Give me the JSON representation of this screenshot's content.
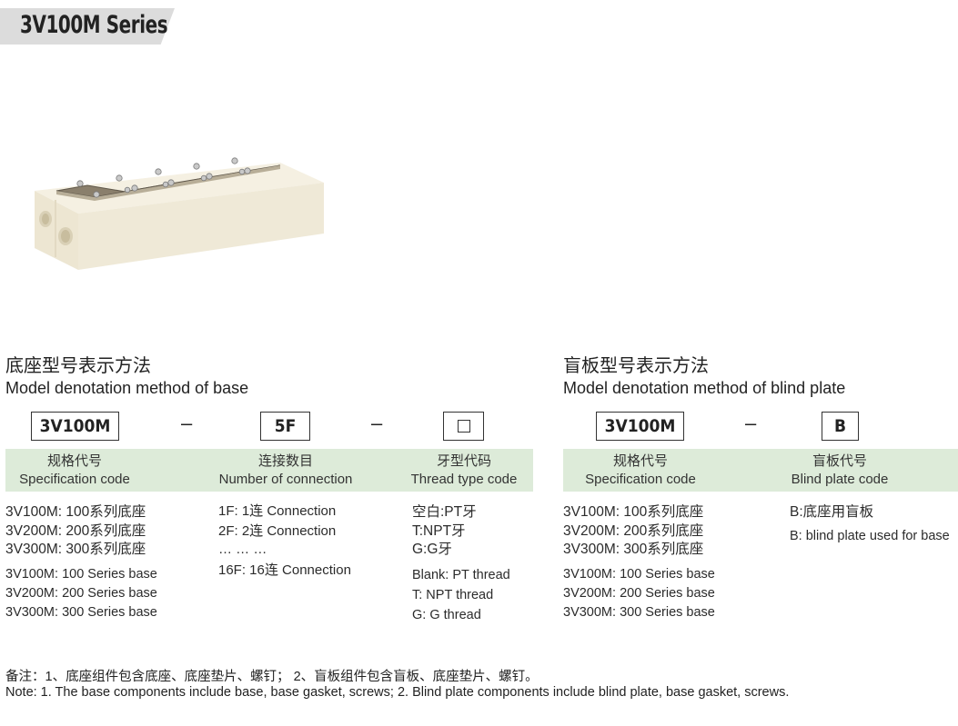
{
  "banner": {
    "title": "3V100M Series"
  },
  "base": {
    "heading_zh": "底座型号表示方法",
    "heading_en": "Model denotation method of base",
    "code_spec": "3V100M",
    "dash": "–",
    "code_conn": "5F",
    "columns": [
      {
        "zh": "规格代号",
        "en": "Specification code"
      },
      {
        "zh": "连接数目",
        "en": "Number of connection"
      },
      {
        "zh": "牙型代码",
        "en": "Thread type code"
      }
    ],
    "spec_zh": [
      "3V100M: 100系列底座",
      "3V200M: 200系列底座",
      "3V300M: 300系列底座"
    ],
    "spec_en": [
      "3V100M: 100 Series base",
      "3V200M: 200 Series base",
      "3V300M: 300 Series base"
    ],
    "conn": [
      "1F: 1连 Connection",
      "2F: 2连 Connection",
      "… … …",
      "16F: 16连 Connection"
    ],
    "thread_zh": [
      "空白:PT牙",
      "T:NPT牙",
      "G:G牙"
    ],
    "thread_en": [
      "Blank: PT thread",
      "T: NPT thread",
      "G: G thread"
    ]
  },
  "blind": {
    "heading_zh": "盲板型号表示方法",
    "heading_en": "Model denotation method of blind plate",
    "code_spec": "3V100M",
    "dash": "–",
    "code_plate": "B",
    "columns": [
      {
        "zh": "规格代号",
        "en": "Specification code"
      },
      {
        "zh": "盲板代号",
        "en": "Blind plate code"
      }
    ],
    "spec_zh": [
      "3V100M: 100系列底座",
      "3V200M: 200系列底座",
      "3V300M: 300系列底座"
    ],
    "spec_en": [
      "3V100M: 100 Series base",
      "3V200M: 200 Series base",
      "3V300M: 300 Series base"
    ],
    "plate_zh": "B:底座用盲板",
    "plate_en": "B: blind plate used for base"
  },
  "notes": {
    "zh": "备注：1、底座组件包含底座、底座垫片、螺钉；  2、盲板组件包含盲板、底座垫片、螺钉。",
    "en": "Note: 1. The base components include base, base gasket, screws;   2. Blind plate components include blind plate, base gasket, screws."
  },
  "colors": {
    "header_band": "#ddebd9",
    "banner": "#dcdcdc",
    "base_body": "#f2ecdc"
  }
}
